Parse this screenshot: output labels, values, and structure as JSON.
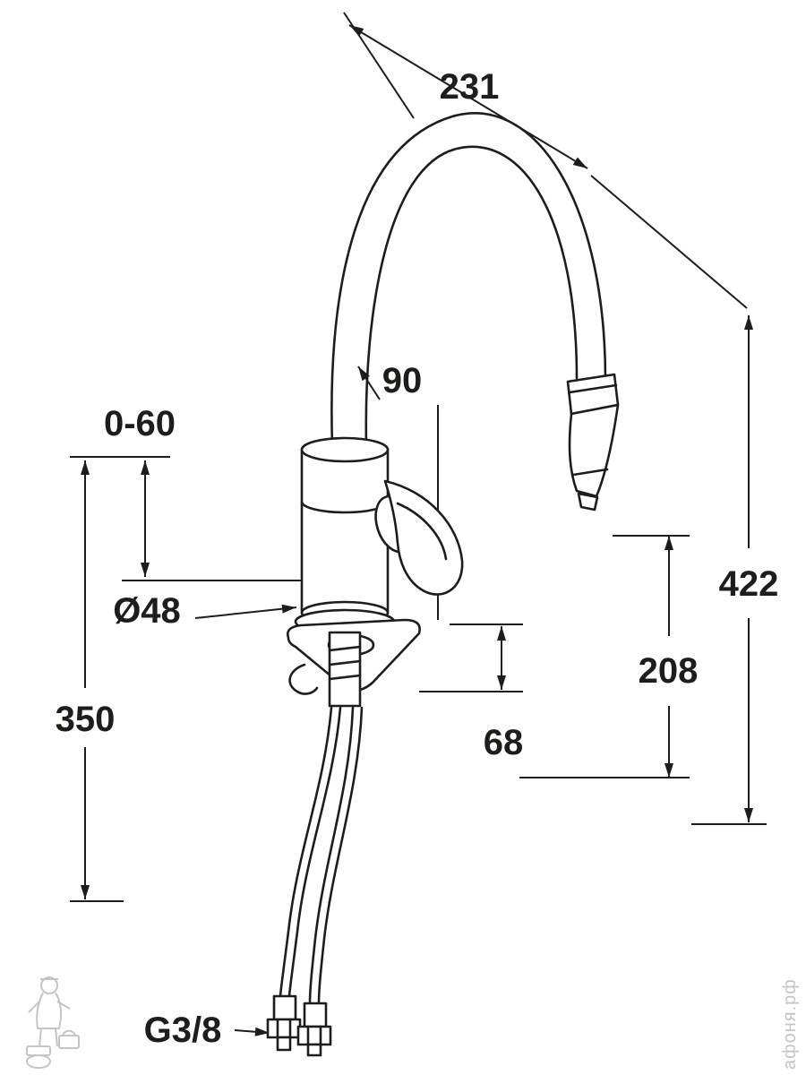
{
  "labels": {
    "d231": "231",
    "d90": "90",
    "d0_60": "0-60",
    "d48": "Ø48",
    "d350": "350",
    "d68": "68",
    "d208": "208",
    "d422": "422",
    "g38": "G3/8"
  },
  "watermark": {
    "text": "афоня.рф"
  },
  "colors": {
    "line": "#1d1d1b",
    "watermark": "#c5c5c5",
    "background": "#ffffff"
  }
}
